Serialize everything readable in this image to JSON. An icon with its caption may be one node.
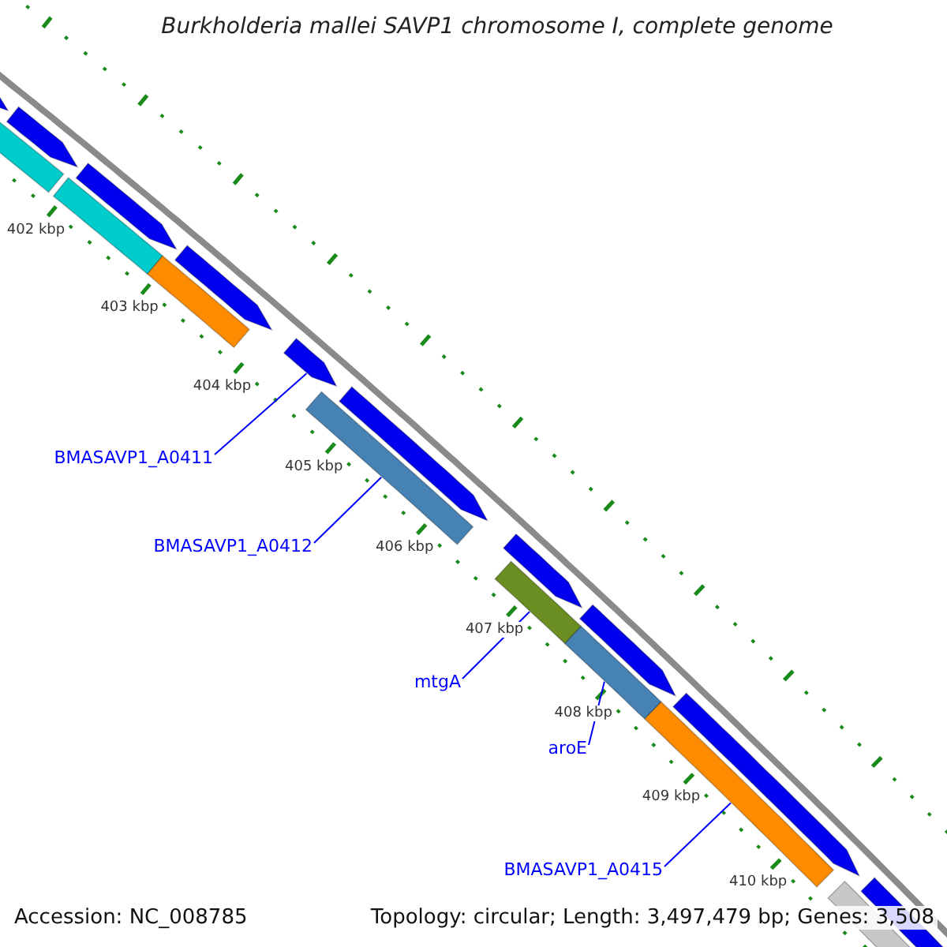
{
  "diagram": {
    "title": "Burkholderia mallei SAVP1 chromosome I, complete genome",
    "nodes": [
      {
        "text": [
          "BMASAVP1_A0411"
        ]
      },
      {
        "text": [],
        "shape": "arrow"
      },
      {
        "text": [
          "BMASAVP1_A0412"
        ]
      },
      {
        "text": [],
        "shape": "bar"
      },
      {
        "text": [
          "mtgA"
        ]
      },
      {
        "text": [],
        "shape": "bar"
      },
      {
        "text": [
          "aroE"
        ]
      },
      {
        "text": [],
        "shape": "bar"
      },
      {
        "text": [
          "BMASAVP1_A0415"
        ]
      },
      {
        "text": [],
        "shape": "bar"
      },
      {
        "text": [],
        "shape": "arrow"
      }
    ],
    "edges": [
      {
        "from": 0,
        "to": 1,
        "arrow": "none"
      },
      {
        "from": 2,
        "to": 3,
        "arrow": "none"
      },
      {
        "from": 4,
        "to": 5,
        "arrow": "none"
      },
      {
        "from": 6,
        "to": 7,
        "arrow": "none"
      },
      {
        "from": 8,
        "to": 9,
        "arrow": "none"
      }
    ],
    "labels": [
      "402 kbp",
      "403 kbp",
      "404 kbp",
      "405 kbp",
      "406 kbp",
      "407 kbp",
      "408 kbp",
      "409 kbp",
      "410 kbp",
      "Accession: NC_008785",
      "Topology: circular; Length: 3,497,479 bp; Genes: 3,508"
    ]
  }
}
